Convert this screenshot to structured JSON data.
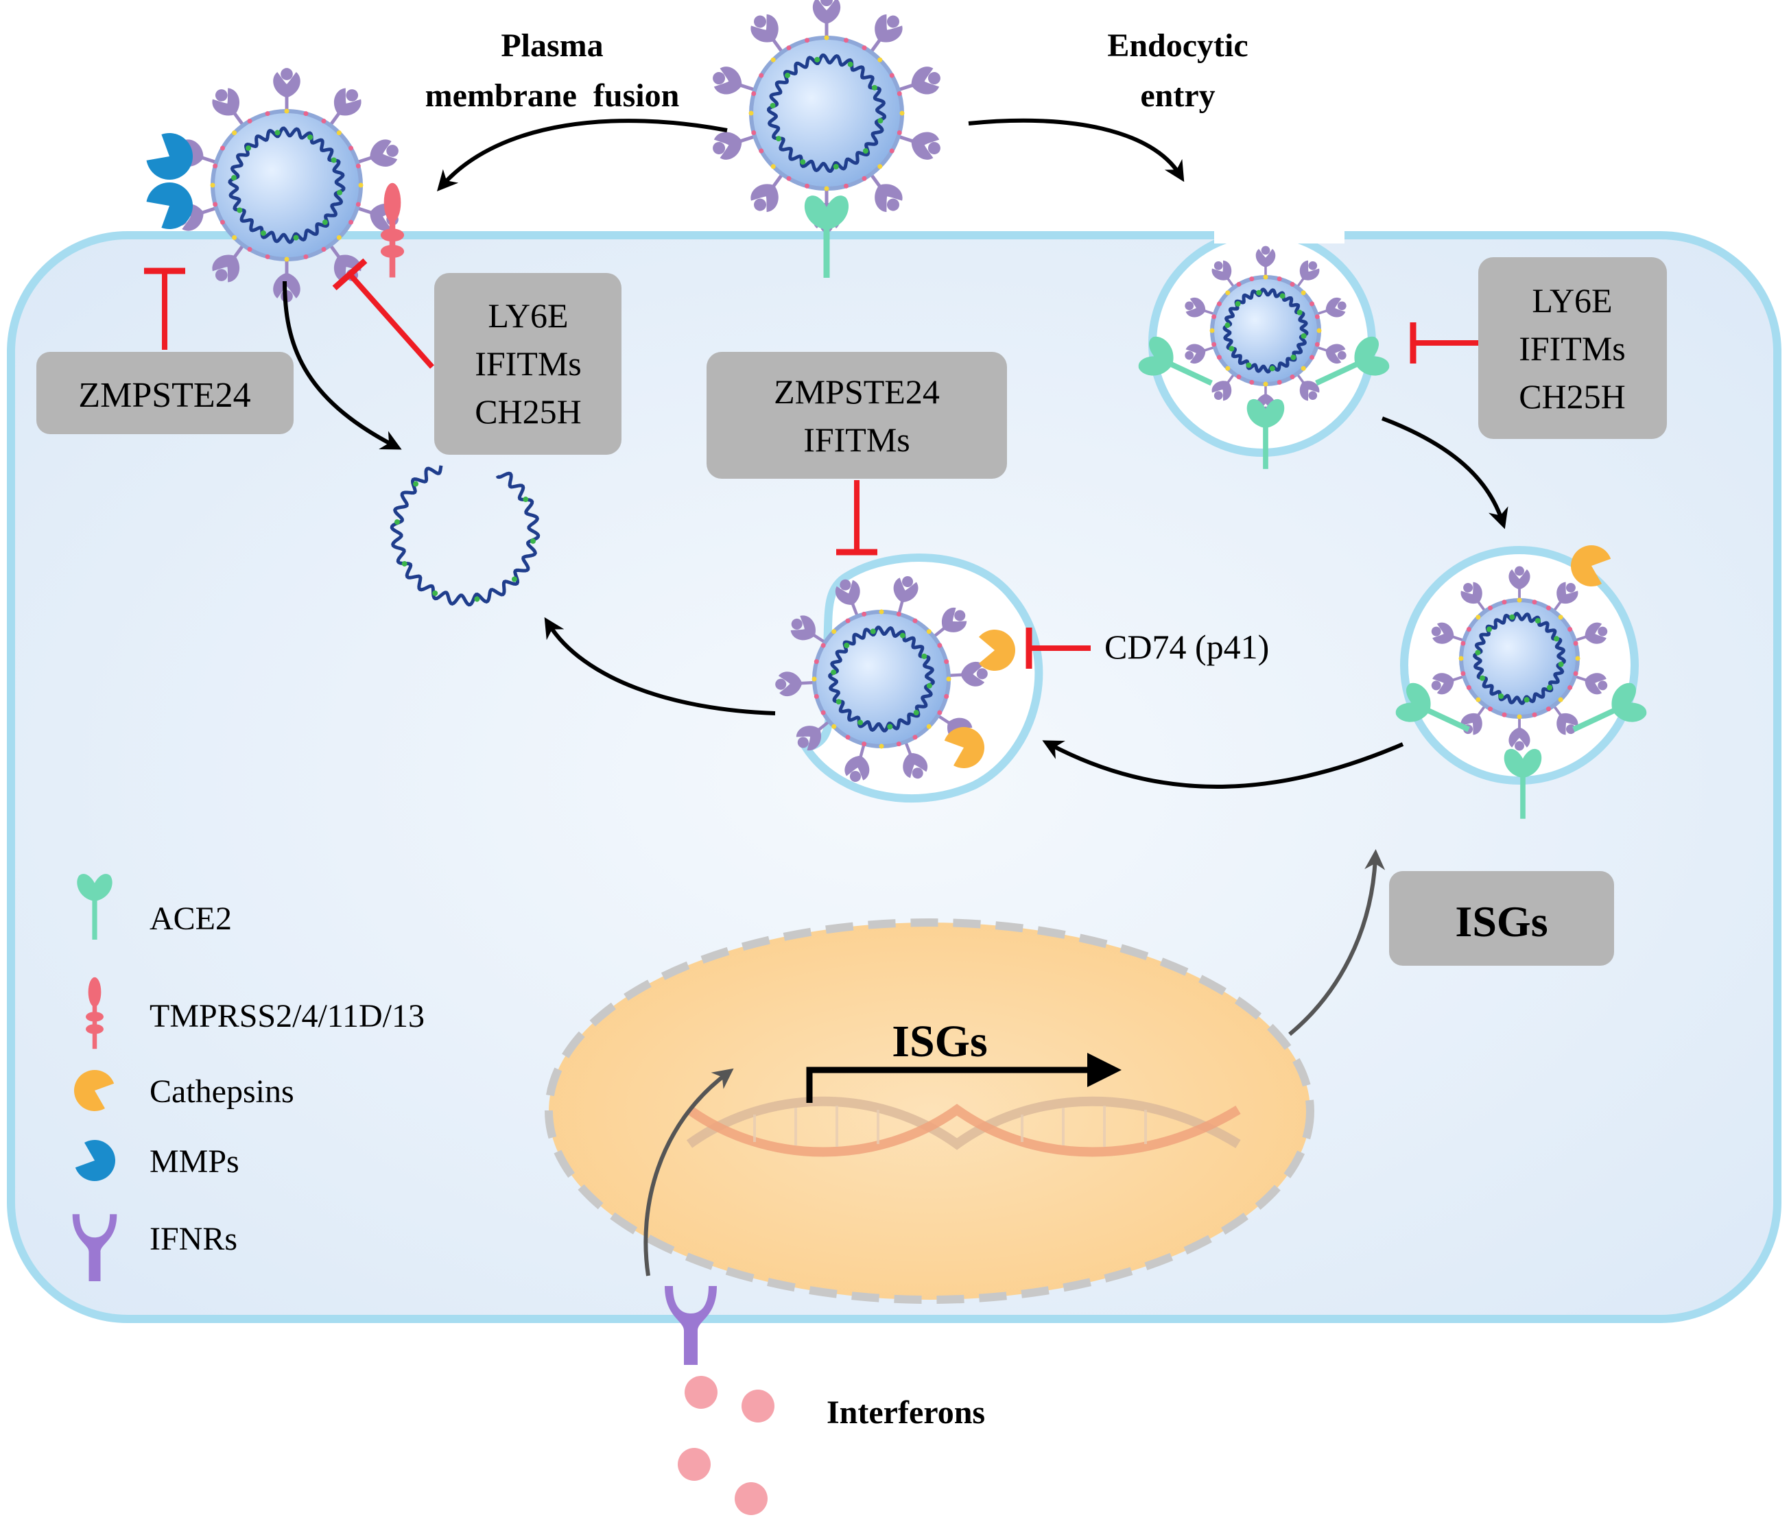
{
  "pathway_labels": {
    "plasma_membrane_fusion": [
      "Plasma",
      "membrane  fusion"
    ],
    "endocytic_entry": [
      "Endocytic",
      "entry"
    ]
  },
  "restriction_boxes": {
    "zmpste24_membrane": [
      "ZMPSTE24"
    ],
    "fusion_inhibitors": [
      "LY6E",
      "IFITMs",
      "CH25H"
    ],
    "endosome_inhibitors": [
      "ZMPSTE24",
      "IFITMs"
    ],
    "endocytic_inhibitors": [
      "LY6E",
      "IFITMs",
      "CH25H"
    ],
    "isgs_box": [
      "ISGs"
    ]
  },
  "cd74_label": "CD74 (p41)",
  "nucleus_label": "ISGs",
  "interferons_label": "Interferons",
  "legend": [
    {
      "icon": "ace2",
      "label": "ACE2"
    },
    {
      "icon": "tmprss",
      "label": "TMPRSS2/4/11D/13"
    },
    {
      "icon": "cathepsin",
      "label": "Cathepsins"
    },
    {
      "icon": "mmp",
      "label": "MMPs"
    },
    {
      "icon": "ifnr",
      "label": "IFNRs"
    }
  ],
  "colors": {
    "cell_membrane": "#a6dcf0",
    "cytoplasm": "#e8f1fb",
    "gray_box": "#b5b5b5",
    "inhibition": "#ee1c24",
    "ace2": "#6fd9b4",
    "tmprss": "#f06a78",
    "cathepsin": "#f9b33f",
    "mmp": "#1a8ccc",
    "ifnr": "#9b78d2",
    "spike": "#9a86c2",
    "nucleus": "#fbd59a",
    "interferon": "#f5a3ab"
  }
}
